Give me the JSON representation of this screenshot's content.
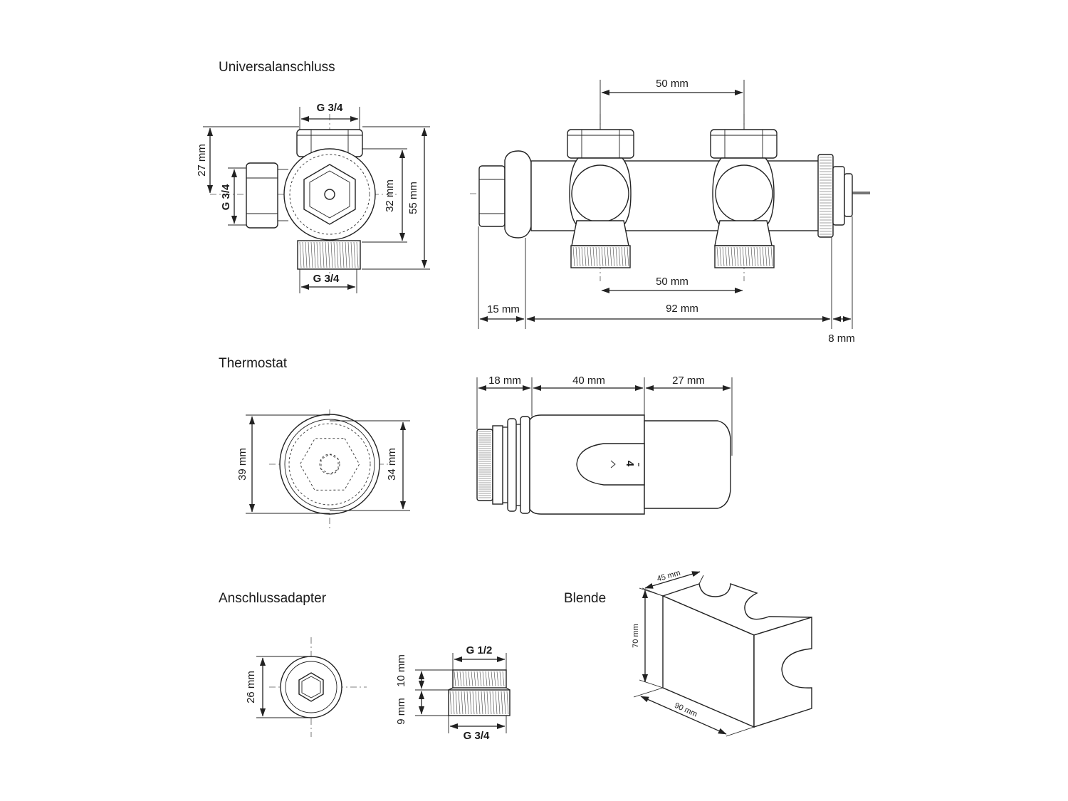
{
  "sections": {
    "universal": "Universalanschluss",
    "thermostat": "Thermostat",
    "adapter": "Anschlussadapter",
    "blende": "Blende"
  },
  "dims": {
    "uni_top_thread": "G 3/4",
    "uni_side_thread": "G 3/4",
    "uni_bottom_thread": "G 3/4",
    "uni_27": "27 mm",
    "uni_32": "32 mm",
    "uni_55": "55 mm",
    "body_50_top": "50 mm",
    "body_50_bottom": "50 mm",
    "body_15": "15 mm",
    "body_92": "92 mm",
    "body_8": "8 mm",
    "thermo_39": "39 mm",
    "thermo_34": "34 mm",
    "thermo_18": "18 mm",
    "thermo_40": "40 mm",
    "thermo_27": "27 mm",
    "thermo_scale": "4",
    "adapter_26": "26 mm",
    "adapter_top_thread": "G 1/2",
    "adapter_bottom_thread": "G 3/4",
    "adapter_10": "10 mm",
    "adapter_9": "9 mm",
    "blende_45": "45 mm",
    "blende_70": "70 mm",
    "blende_90": "90 mm"
  },
  "colors": {
    "line": "#222222",
    "background": "#ffffff"
  }
}
